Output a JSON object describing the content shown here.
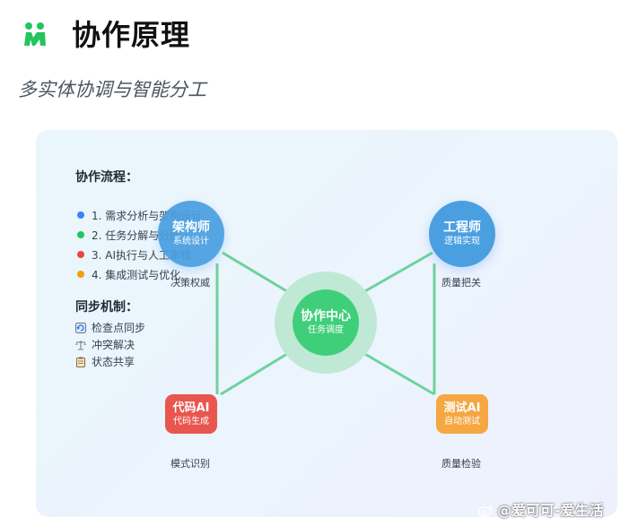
{
  "header": {
    "title": "协作原理",
    "subtitle": "多实体协调与智能分工",
    "logo_icon": "figures-icon"
  },
  "panel": {
    "flow_title": "协作流程：",
    "steps": [
      {
        "label": "1. 需求分析与架构设计",
        "color": "#3b82f6"
      },
      {
        "label": "2. 任务分解与分配",
        "color": "#22c55e"
      },
      {
        "label": "3. AI执行与人工审核",
        "color": "#ef4444"
      },
      {
        "label": "4. 集成测试与优化",
        "color": "#f59e0b"
      }
    ],
    "sync_title": "同步机制：",
    "sync_items": [
      {
        "label": "检查点同步",
        "icon": "refresh-icon"
      },
      {
        "label": "冲突解决",
        "icon": "scale-icon"
      },
      {
        "label": "状态共享",
        "icon": "clipboard-icon"
      }
    ]
  },
  "diagram": {
    "center": {
      "title": "协作中心",
      "subtitle": "任务调度",
      "color": "#3fcf7b"
    },
    "architect": {
      "title": "架构师",
      "subtitle": "系统设计",
      "caption": "决策权威",
      "color": "#4a9fe1"
    },
    "engineer": {
      "title": "工程师",
      "subtitle": "逻辑实现",
      "caption": "质量把关",
      "color": "#4a9fe1"
    },
    "code_ai": {
      "title": "代码AI",
      "subtitle": "代码生成",
      "caption": "模式识别",
      "color": "#e8564f"
    },
    "test_ai": {
      "title": "测试AI",
      "subtitle": "自动测试",
      "caption": "质量检验",
      "color": "#f5a742"
    },
    "connector_color": "#6dd39a"
  },
  "watermark": "@爱可可-爱生活"
}
